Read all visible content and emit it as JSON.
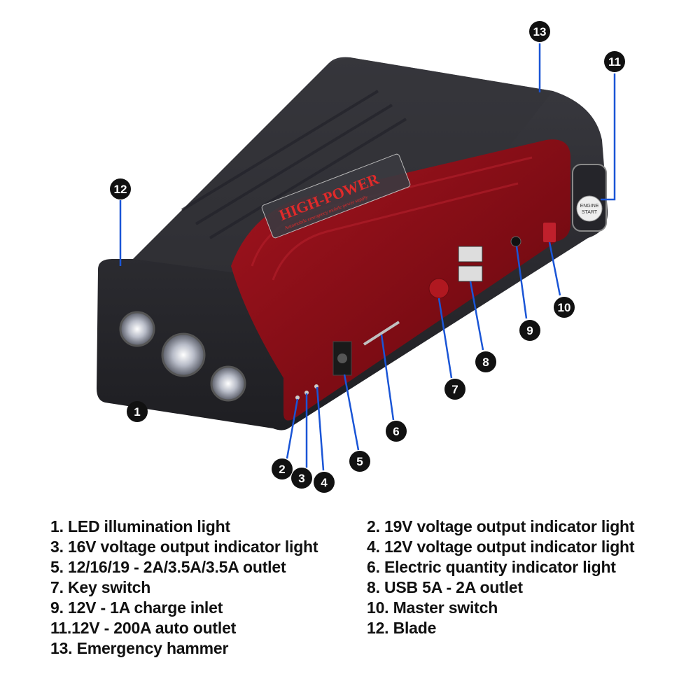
{
  "device": {
    "label_title": "HIGH-POWER",
    "label_subtitle": "Automobile emergency mobile power supply",
    "engine_button_line1": "ENGINE",
    "engine_button_line2": "START"
  },
  "colors": {
    "body": "#2b2b2f",
    "panel": "#8e0f18",
    "leader": "#1a55d6",
    "callout": "#111111"
  },
  "callouts": [
    "1",
    "2",
    "3",
    "4",
    "5",
    "6",
    "7",
    "8",
    "9",
    "10",
    "11",
    "12",
    "13"
  ],
  "legend": {
    "left": [
      "1. LED illumination light",
      "3. 16V voltage output indicator light",
      "5. 12/16/19 - 2A/3.5A/3.5A outlet",
      "7. Key switch",
      "9. 12V - 1A charge inlet",
      "11.12V - 200A auto outlet",
      "13. Emergency hammer"
    ],
    "right": [
      "2. 19V voltage output indicator light",
      "4. 12V voltage output indicator light",
      "6. Electric quantity indicator light",
      "8. USB 5A - 2A outlet",
      "10. Master switch",
      "12. Blade"
    ]
  }
}
